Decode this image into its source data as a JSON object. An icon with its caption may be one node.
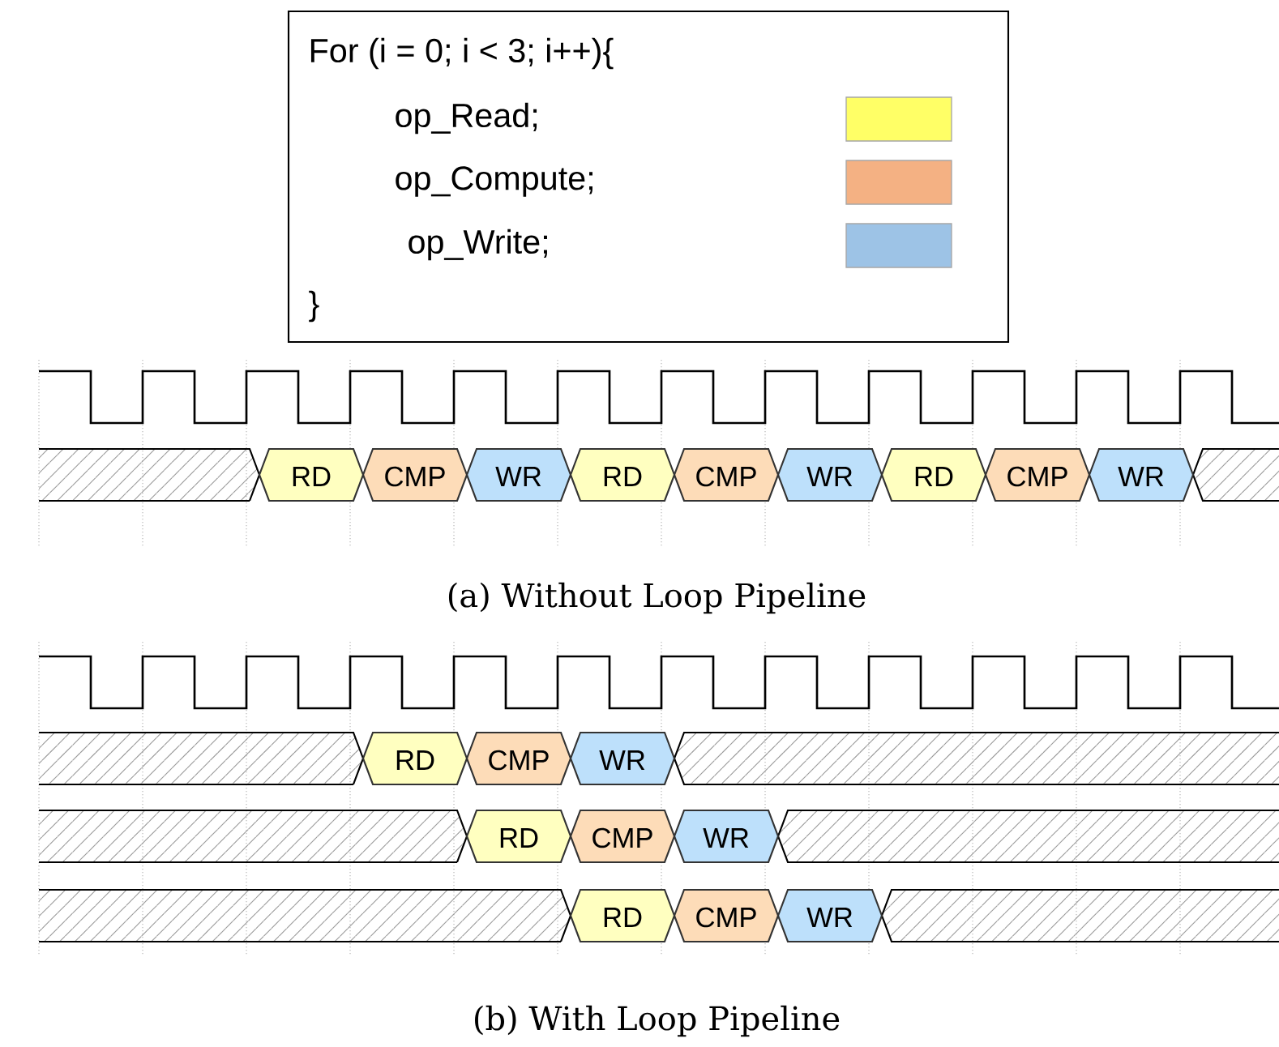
{
  "diagram": {
    "nodes": [
      {
        "text": [
          "For (i = 0; i < 3; i++){",
          "}"
        ]
      },
      {
        "text": [
          "RD"
        ]
      },
      {
        "text": [
          "CMP"
        ]
      },
      {
        "text": [
          "WR"
        ]
      },
      {
        "text": [
          "RD"
        ]
      },
      {
        "text": [
          "CMP"
        ]
      },
      {
        "text": [
          "WR"
        ]
      },
      {
        "text": [
          "RD"
        ]
      },
      {
        "text": [
          "CMP"
        ]
      },
      {
        "text": [
          "WR"
        ]
      },
      {
        "text": [
          "RD"
        ]
      },
      {
        "text": [
          "CMP"
        ]
      },
      {
        "text": [
          "WR"
        ]
      },
      {
        "text": [
          "RD"
        ]
      },
      {
        "text": [
          "CMP"
        ]
      },
      {
        "text": [
          "WR"
        ]
      },
      {
        "text": [
          "RD"
        ]
      },
      {
        "text": [
          "CMP"
        ]
      },
      {
        "text": [
          "WR"
        ]
      }
    ],
    "edges": [],
    "labels": [
      "(a) Without Loop Pipeline",
      "(b) With Loop Pipeline"
    ],
    "legend": [
      {
        "text": "op_Read;",
        "color": "#ffff66"
      },
      {
        "text": "op_Compute;",
        "color": "#f4b183"
      },
      {
        "text": "op_Write;",
        "color": "#9dc3e6"
      }
    ]
  }
}
